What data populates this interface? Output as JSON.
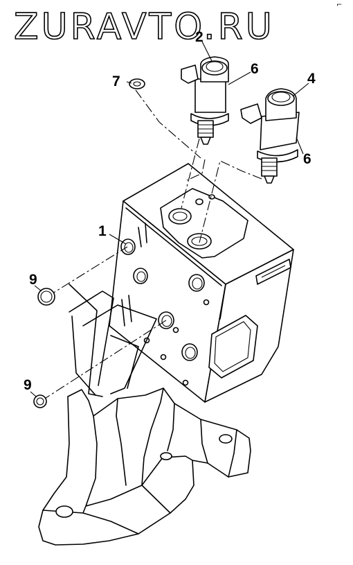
{
  "watermark": {
    "text": "ZURAVTO.RU",
    "corner_mark": "⌐"
  },
  "callouts": [
    {
      "id": "c2",
      "label": "2"
    },
    {
      "id": "c6a",
      "label": "6"
    },
    {
      "id": "c7",
      "label": "7"
    },
    {
      "id": "c4",
      "label": "4"
    },
    {
      "id": "c6b",
      "label": "6"
    },
    {
      "id": "c1",
      "label": "1"
    },
    {
      "id": "c9a",
      "label": "9"
    },
    {
      "id": "c9b",
      "label": "9"
    }
  ],
  "colors": {
    "line": "#000000",
    "background": "#ffffff"
  }
}
